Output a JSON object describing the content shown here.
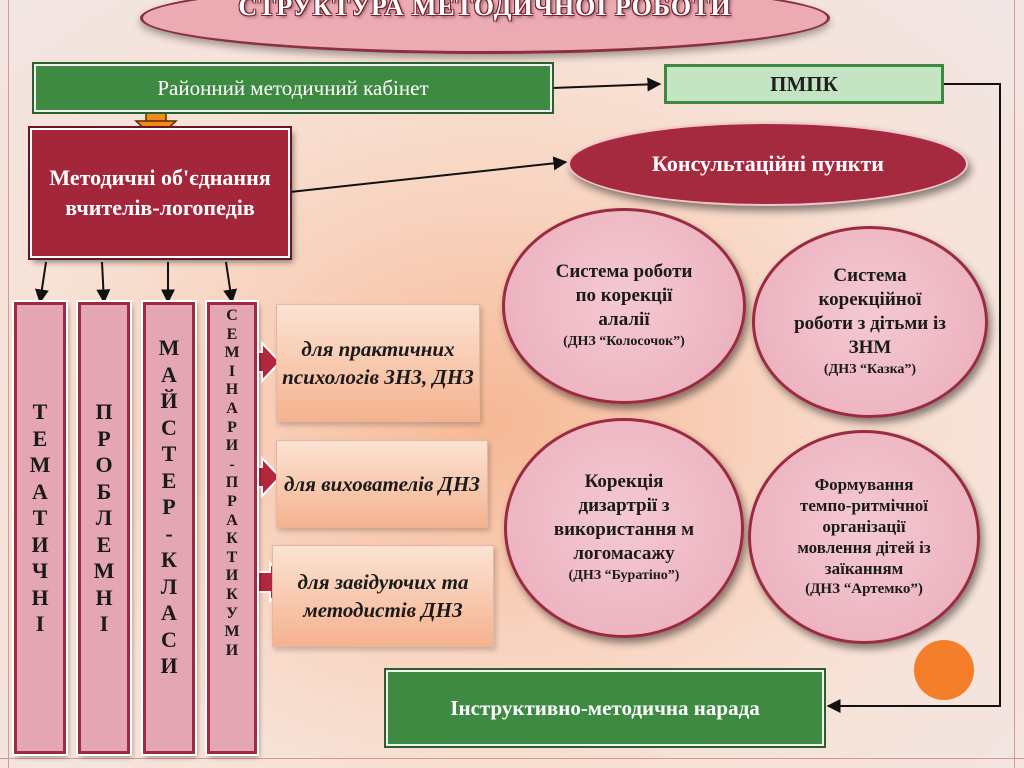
{
  "title": "СТРУКТУРА МЕТОДИЧНОЇ РОБОТИ",
  "rmk_label": "Районний методичний кабінет",
  "pmpk_label": "ПМПК",
  "mo_label": "Методичні об'єднання вчителів-логопедів",
  "cons_label": "Консультаційні пункти",
  "inst_label": "Інструктивно-методична нарада",
  "columns": [
    {
      "label": "Т Е М А Т И Ч Н І"
    },
    {
      "label": "П Р О Б Л Е М Н І"
    },
    {
      "label": "М А Й С Т Е Р - К Л А С И"
    },
    {
      "label": "С Е М І Н А Р И - П Р А К Т И К У М И"
    }
  ],
  "audiences": [
    {
      "label": "для практичних психологів ЗНЗ, ДНЗ"
    },
    {
      "label": "для вихователів ДНЗ"
    },
    {
      "label": "для завідуючих та методистів ДНЗ"
    }
  ],
  "circles": [
    {
      "main": "Система роботи по корекції алалії",
      "sub": "(ДНЗ “Колосочок”)"
    },
    {
      "main": "Система корекційної роботи з дітьми із ЗНМ",
      "sub": "(ДНЗ “Казка”)"
    },
    {
      "main": "Корекція дизартрії з використання м логомасажу",
      "sub": "(ДНЗ “Буратіно”)"
    },
    {
      "main": "Формування темпо-ритмічної організації мовлення дітей із заїканням",
      "sub": "(ДНЗ “Артемко”)"
    }
  ],
  "colors": {
    "green": "#3f8a43",
    "maroon": "#a3263b",
    "pink": "#e5a6b3",
    "peach": "#f5b28f",
    "orange": "#f47e29"
  }
}
